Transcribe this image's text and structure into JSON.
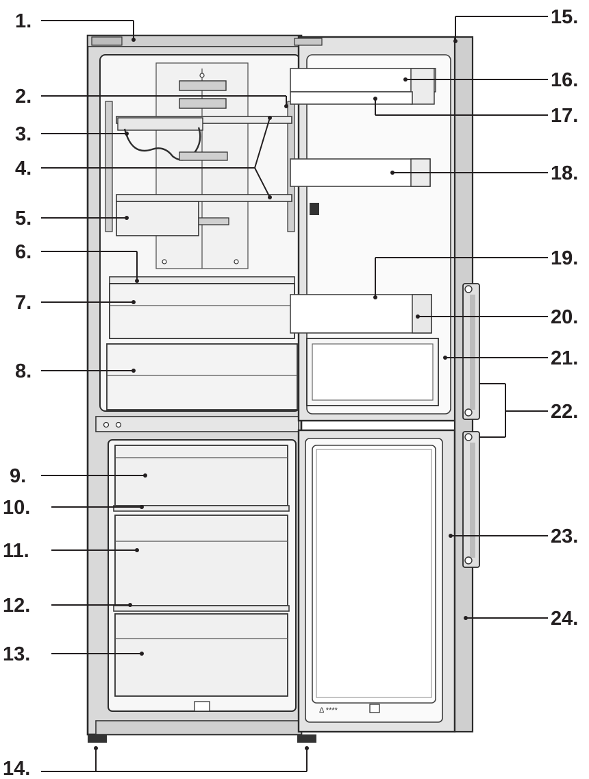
{
  "labels": [
    {
      "id": "1",
      "text": "1."
    },
    {
      "id": "2",
      "text": "2."
    },
    {
      "id": "3",
      "text": "3."
    },
    {
      "id": "4",
      "text": "4."
    },
    {
      "id": "5",
      "text": "5."
    },
    {
      "id": "6",
      "text": "6."
    },
    {
      "id": "7",
      "text": "7."
    },
    {
      "id": "8",
      "text": "8."
    },
    {
      "id": "9",
      "text": "9."
    },
    {
      "id": "10",
      "text": "10."
    },
    {
      "id": "11",
      "text": "11."
    },
    {
      "id": "12",
      "text": "12."
    },
    {
      "id": "13",
      "text": "13."
    },
    {
      "id": "14",
      "text": "14."
    },
    {
      "id": "15",
      "text": "15."
    },
    {
      "id": "16",
      "text": "16."
    },
    {
      "id": "17",
      "text": "17."
    },
    {
      "id": "18",
      "text": "18."
    },
    {
      "id": "19",
      "text": "19."
    },
    {
      "id": "20",
      "text": "20."
    },
    {
      "id": "21",
      "text": "21."
    },
    {
      "id": "22",
      "text": "22."
    },
    {
      "id": "23",
      "text": "23."
    },
    {
      "id": "24",
      "text": "24."
    }
  ],
  "door_badge": "Δ ****",
  "colors": {
    "line": "#231f20",
    "cabinet": "#d9d9d9",
    "interior": "#f7f7f7"
  }
}
